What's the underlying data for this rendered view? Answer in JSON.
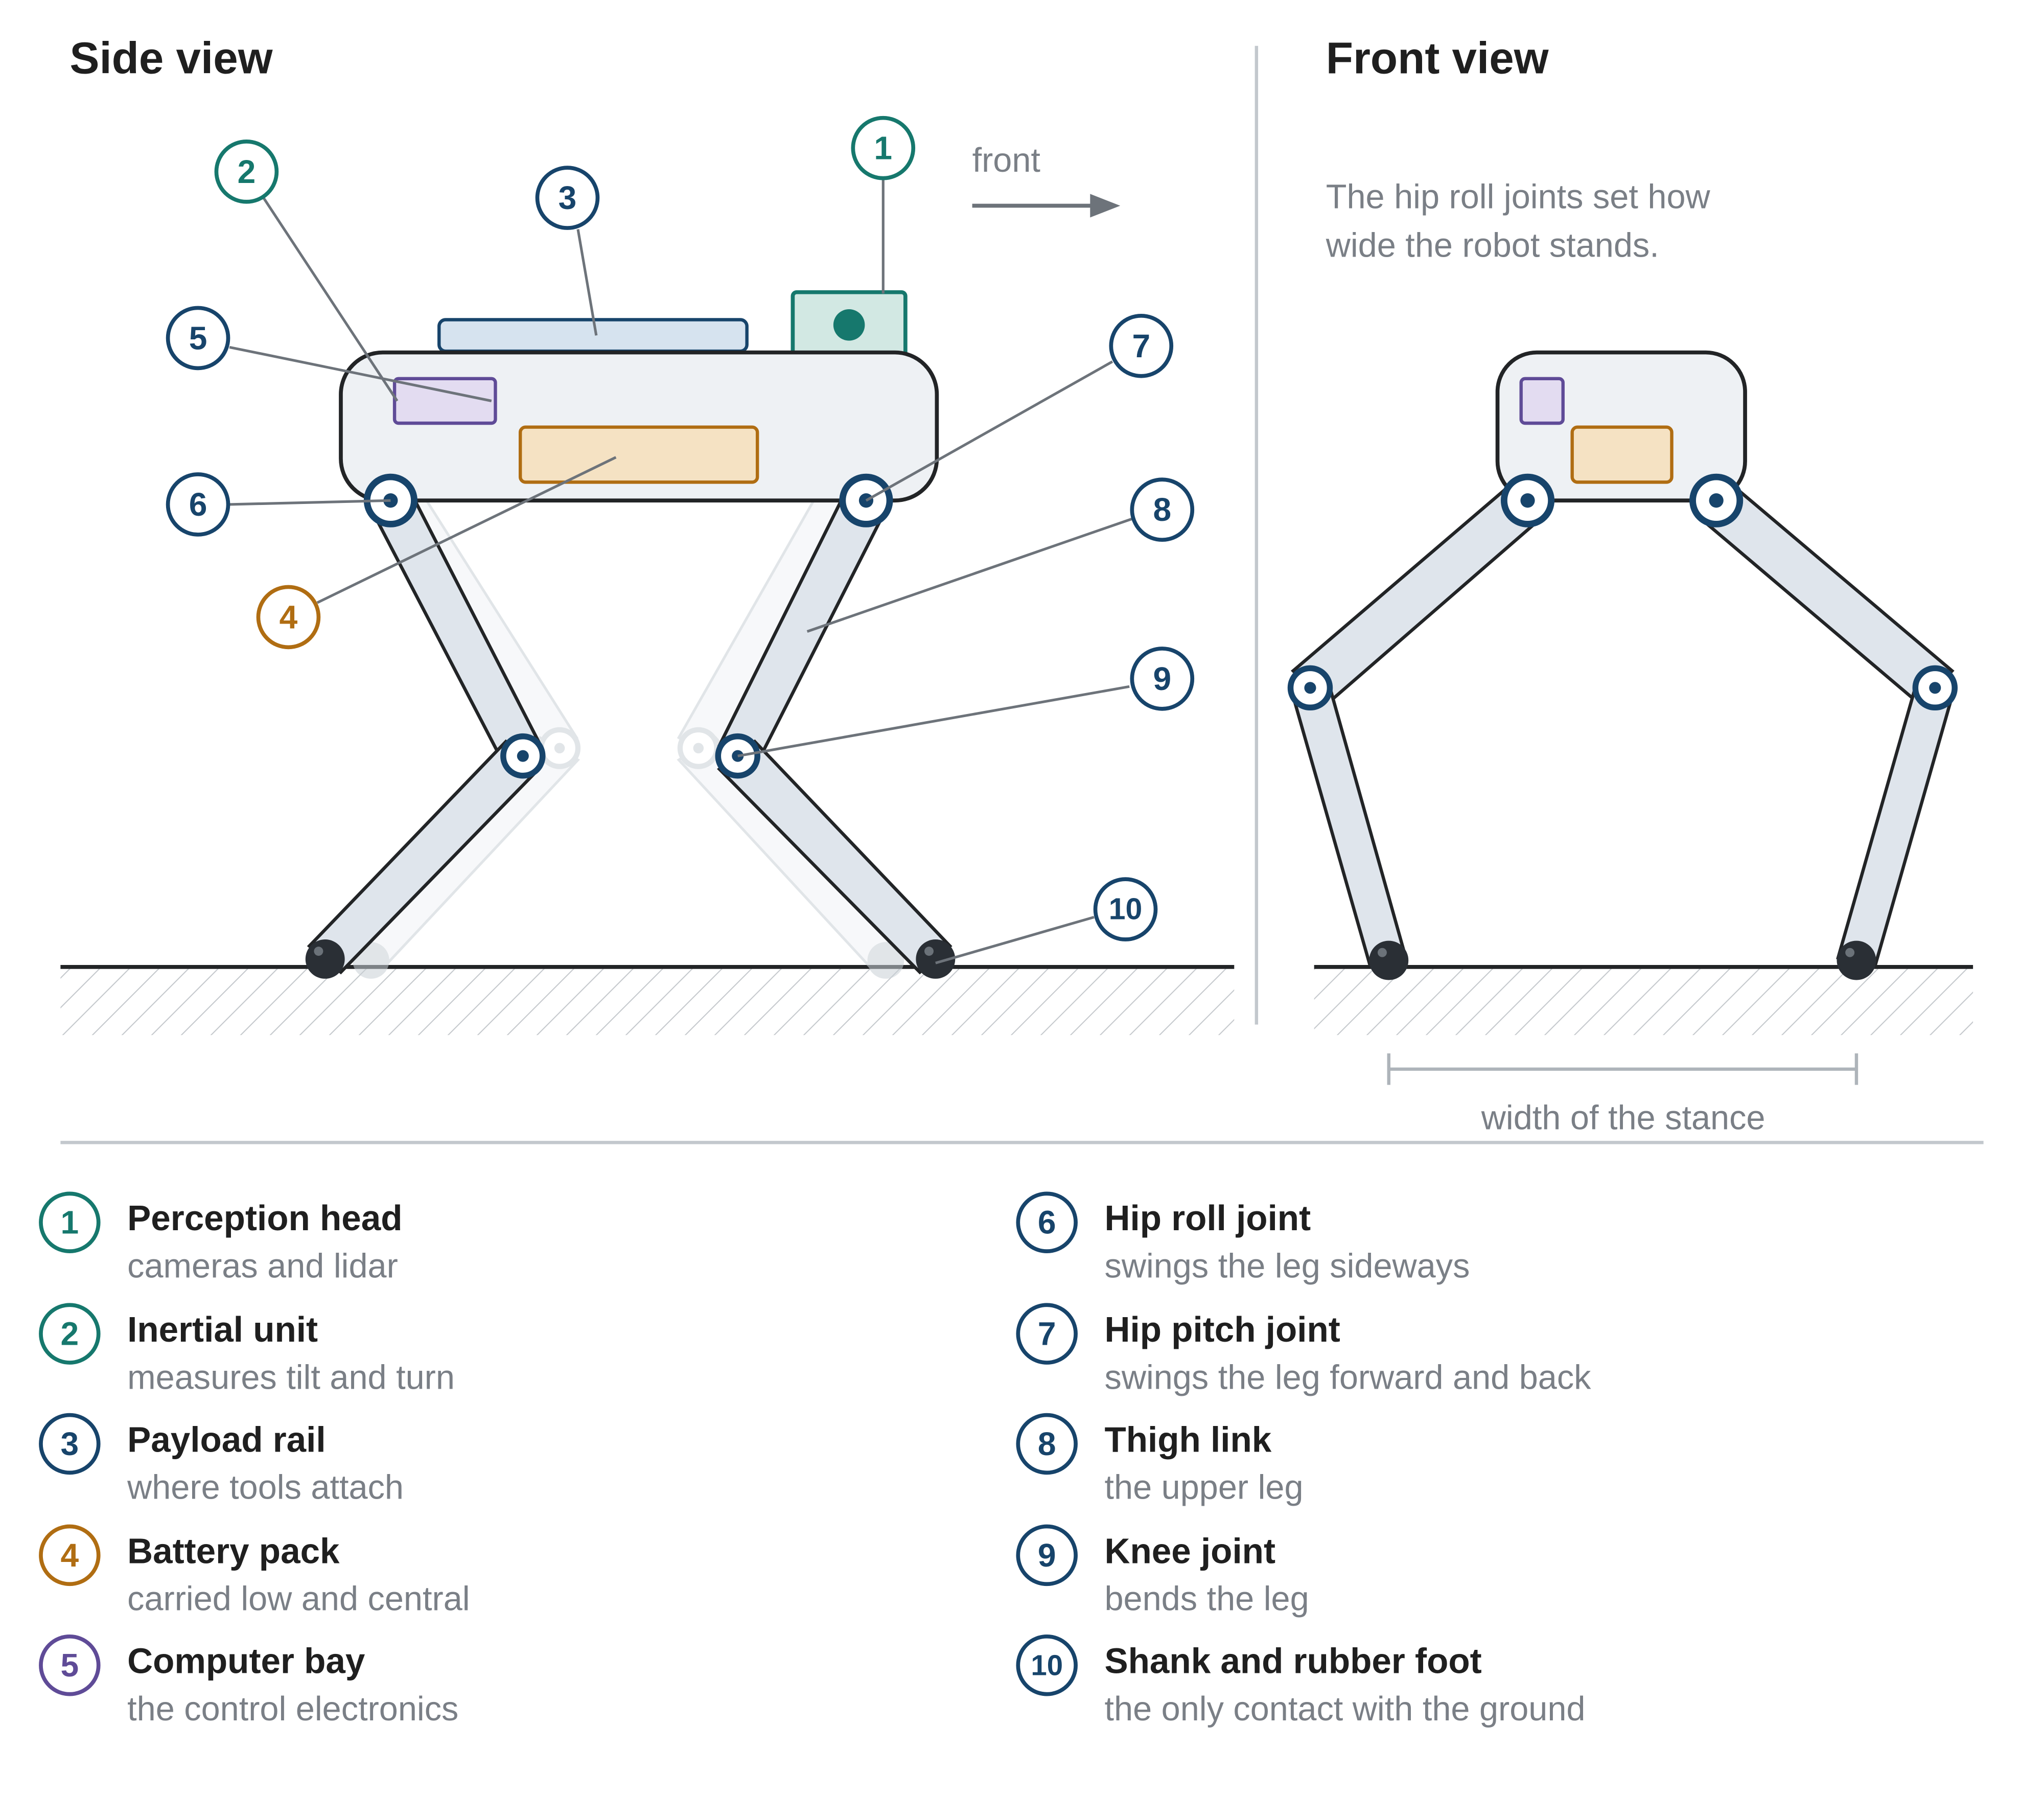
{
  "views": {
    "side_title": "Side view",
    "front_title": "Front view",
    "front_arrow_label": "front",
    "front_note_line1": "The hip roll joints set how",
    "front_note_line2": "wide the robot stands.",
    "stance_label": "width of the stance"
  },
  "colors": {
    "teal": "#16786d",
    "navy": "#17446b",
    "amber": "#b06d12",
    "purple": "#5f4b97",
    "outline": "#222426",
    "body_fill": "#eef1f4",
    "leg_fill": "#dfe5ec",
    "ghost": "#c9d0d6"
  },
  "badges": {
    "b1": "1",
    "b2": "2",
    "b3": "3",
    "b4": "4",
    "b5": "5",
    "b6": "6",
    "b7": "7",
    "b8": "8",
    "b9": "9",
    "b10": "10"
  },
  "legend": [
    {
      "num": "1",
      "title": "Perception head",
      "desc": "cameras and lidar"
    },
    {
      "num": "2",
      "title": "Inertial unit",
      "desc": "measures tilt and turn"
    },
    {
      "num": "3",
      "title": "Payload rail",
      "desc": "where tools attach"
    },
    {
      "num": "4",
      "title": "Battery pack",
      "desc": "carried low and central"
    },
    {
      "num": "5",
      "title": "Computer bay",
      "desc": "the control electronics"
    },
    {
      "num": "6",
      "title": "Hip roll joint",
      "desc": "swings the leg sideways"
    },
    {
      "num": "7",
      "title": "Hip pitch joint",
      "desc": "swings the leg forward and back"
    },
    {
      "num": "8",
      "title": "Thigh link",
      "desc": "the upper leg"
    },
    {
      "num": "9",
      "title": "Knee joint",
      "desc": "bends the leg"
    },
    {
      "num": "10",
      "title": "Shank and rubber foot",
      "desc": "the only contact with the ground"
    }
  ]
}
